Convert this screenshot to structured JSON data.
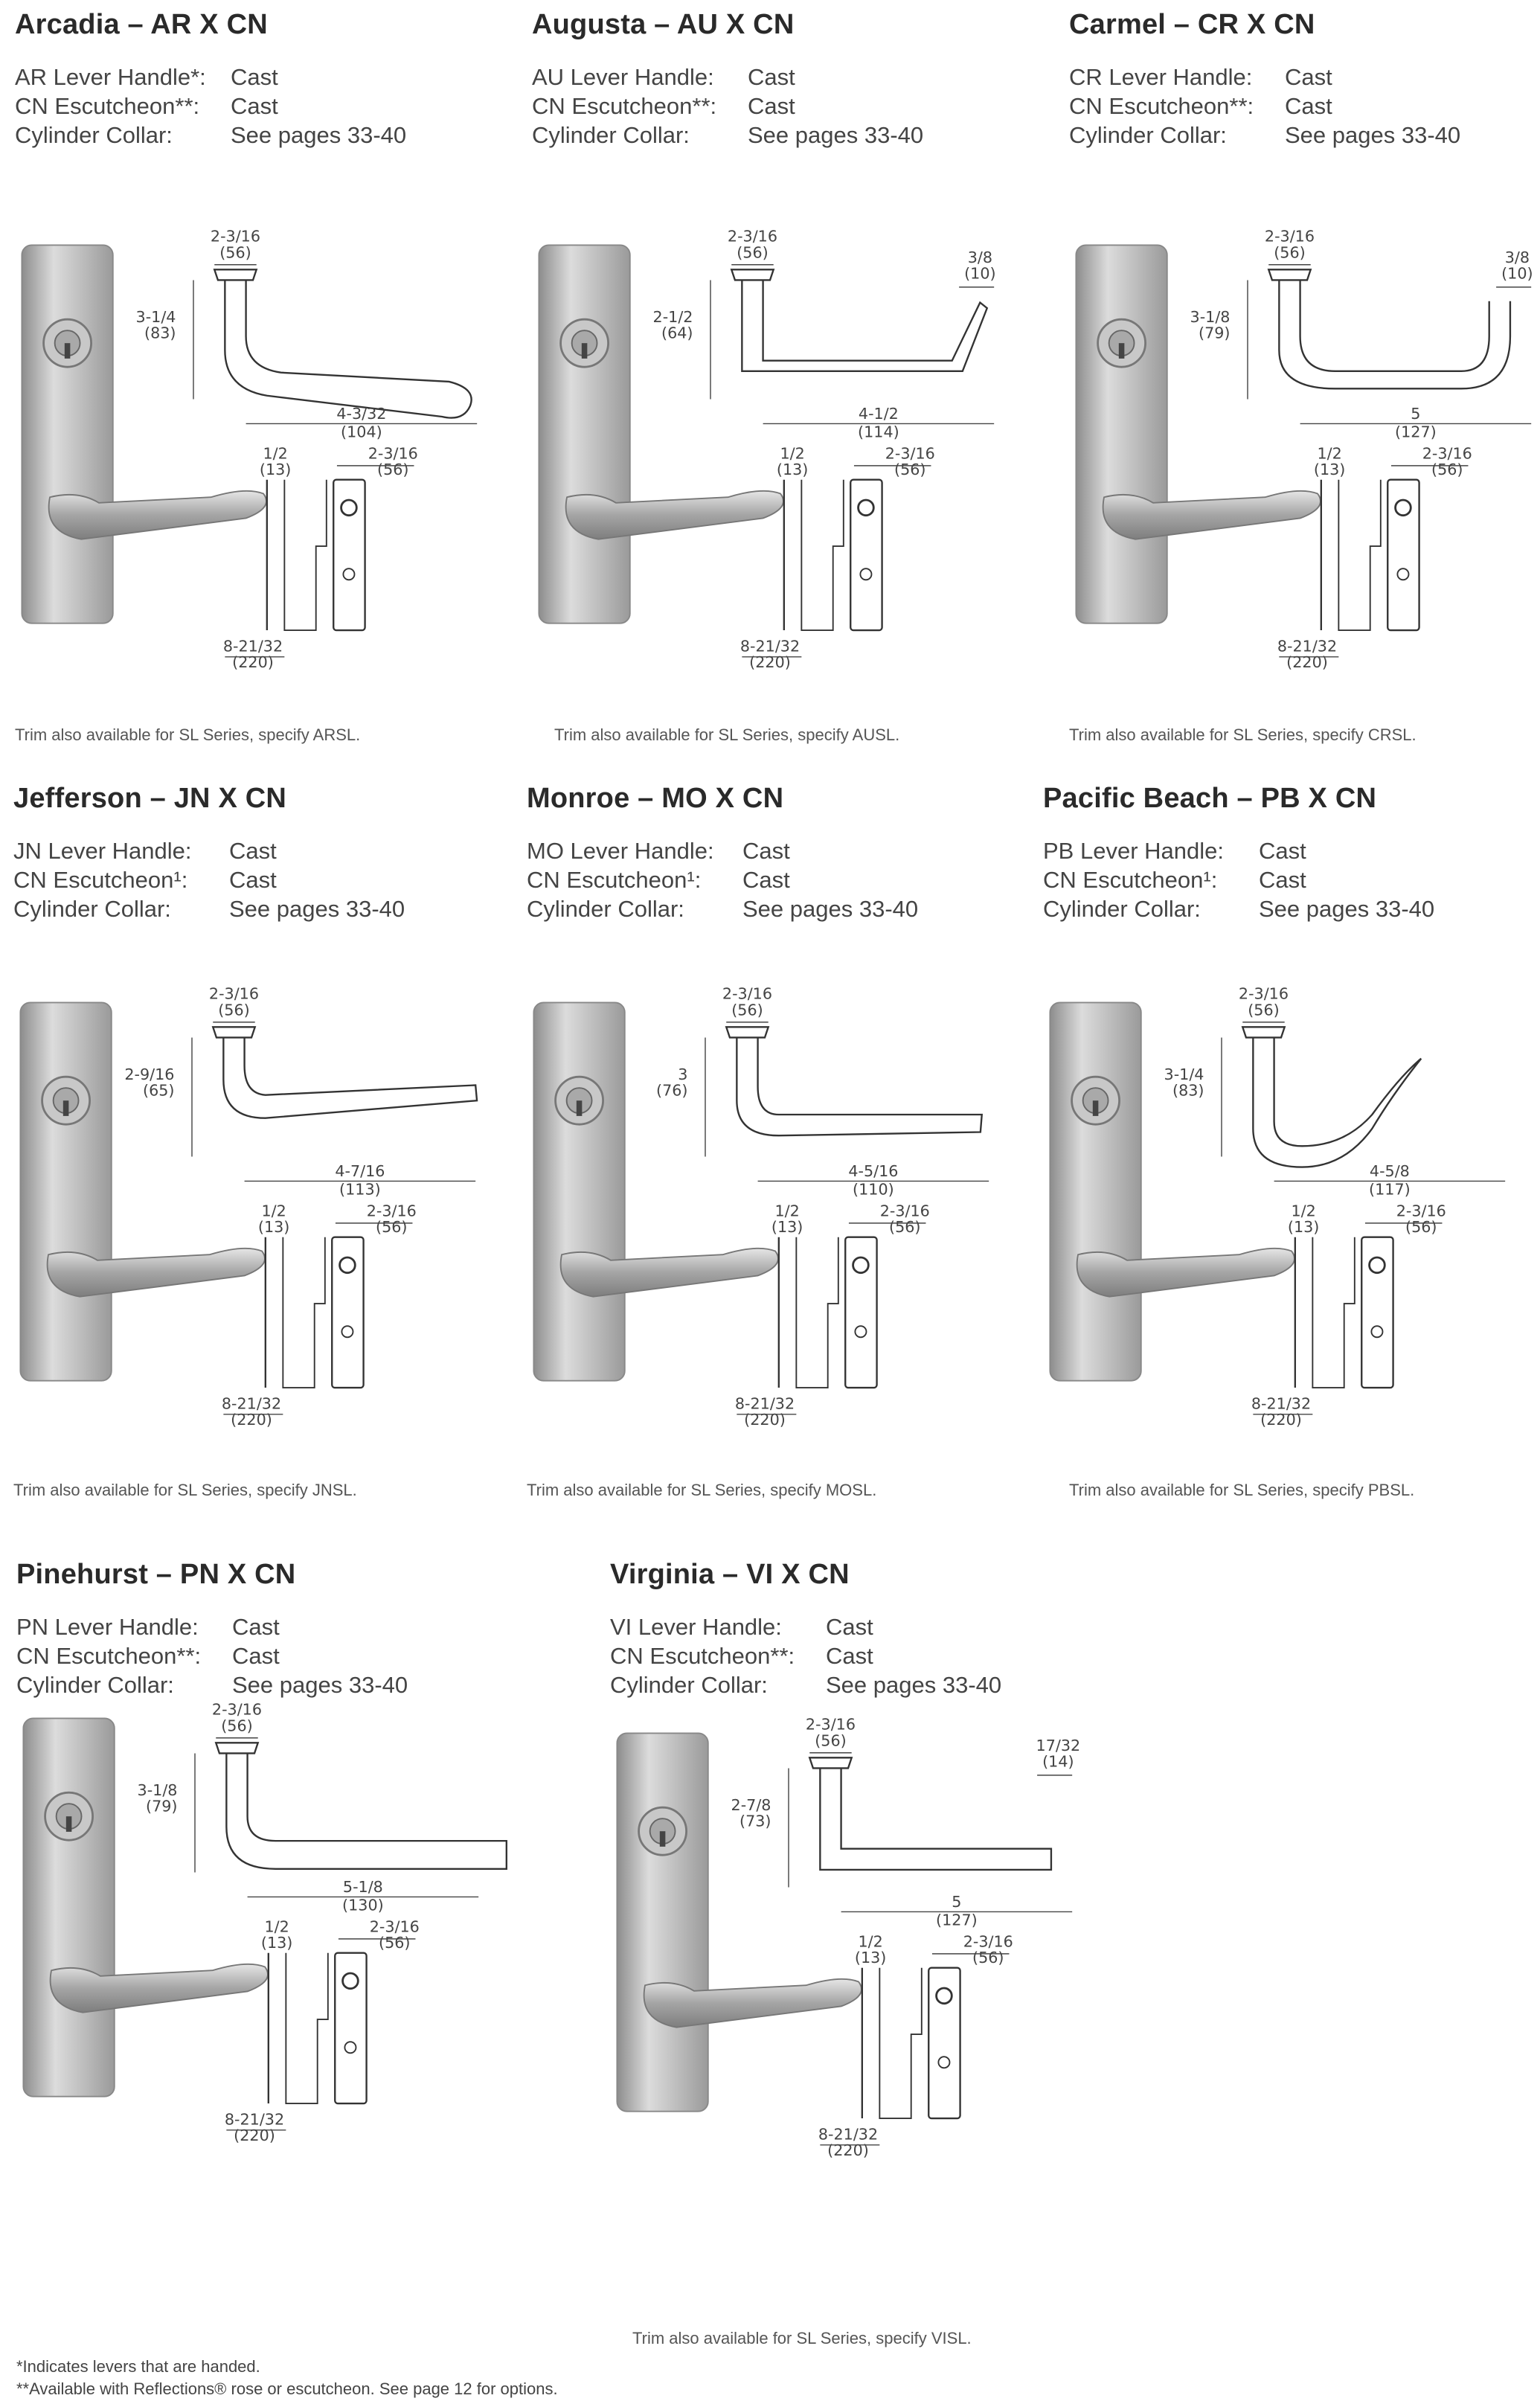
{
  "products": [
    {
      "title": "Arcadia – AR X CN",
      "specs": [
        {
          "label": "AR Lever Handle*:",
          "value": "Cast"
        },
        {
          "label": "CN Escutcheon**:",
          "value": "Cast"
        },
        {
          "label": "Cylinder Collar:",
          "value": "See pages 33-40"
        }
      ],
      "dims": {
        "rose": "2-3/16",
        "rose_mm": "(56)",
        "height": "3-1/4",
        "height_mm": "(83)",
        "proj": "",
        "proj_mm": "",
        "length": "4-3/32",
        "length_mm": "(104)"
      },
      "note": "Trim also available for SL Series, specify ARSL."
    },
    {
      "title": "Augusta – AU X CN",
      "specs": [
        {
          "label": "AU Lever Handle:",
          "value": "Cast"
        },
        {
          "label": "CN Escutcheon**:",
          "value": "Cast"
        },
        {
          "label": "Cylinder Collar:",
          "value": "See pages 33-40"
        }
      ],
      "dims": {
        "rose": "2-3/16",
        "rose_mm": "(56)",
        "height": "2-1/2",
        "height_mm": "(64)",
        "proj": "3/8",
        "proj_mm": "(10)",
        "length": "4-1/2",
        "length_mm": "(114)"
      },
      "note": "Trim also available for SL Series, specify AUSL."
    },
    {
      "title": "Carmel – CR X CN",
      "specs": [
        {
          "label": "CR Lever Handle:",
          "value": "Cast"
        },
        {
          "label": "CN Escutcheon**:",
          "value": "Cast"
        },
        {
          "label": "Cylinder Collar:",
          "value": "See pages 33-40"
        }
      ],
      "dims": {
        "rose": "2-3/16",
        "rose_mm": "(56)",
        "height": "3-1/8",
        "height_mm": "(79)",
        "proj": "3/8",
        "proj_mm": "(10)",
        "length": "5",
        "length_mm": "(127)"
      },
      "note": "Trim also available for SL Series, specify CRSL."
    },
    {
      "title": "Jefferson – JN X CN",
      "specs": [
        {
          "label": "JN Lever Handle:",
          "value": "Cast"
        },
        {
          "label": "CN Escutcheon¹:",
          "value": "Cast"
        },
        {
          "label": "Cylinder Collar:",
          "value": "See pages 33-40"
        }
      ],
      "dims": {
        "rose": "2-3/16",
        "rose_mm": "(56)",
        "height": "2-9/16",
        "height_mm": "(65)",
        "proj": "",
        "proj_mm": "",
        "length": "4-7/16",
        "length_mm": "(113)"
      },
      "note": "Trim also available for SL Series, specify JNSL."
    },
    {
      "title": "Monroe – MO X CN",
      "specs": [
        {
          "label": "MO Lever Handle:",
          "value": "Cast"
        },
        {
          "label": "CN Escutcheon¹:",
          "value": "Cast"
        },
        {
          "label": "Cylinder Collar:",
          "value": "See pages 33-40"
        }
      ],
      "dims": {
        "rose": "2-3/16",
        "rose_mm": "(56)",
        "height": "3",
        "height_mm": "(76)",
        "proj": "",
        "proj_mm": "",
        "length": "4-5/16",
        "length_mm": "(110)"
      },
      "note": "Trim also available for SL Series, specify MOSL."
    },
    {
      "title": "Pacific Beach – PB X CN",
      "specs": [
        {
          "label": "PB Lever Handle:",
          "value": "Cast"
        },
        {
          "label": "CN Escutcheon¹:",
          "value": "Cast"
        },
        {
          "label": "Cylinder Collar:",
          "value": "See pages 33-40"
        }
      ],
      "dims": {
        "rose": "2-3/16",
        "rose_mm": "(56)",
        "height": "3-1/4",
        "height_mm": "(83)",
        "proj": "",
        "proj_mm": "",
        "length": "4-5/8",
        "length_mm": "(117)"
      },
      "note": "Trim also available for SL Series, specify PBSL."
    },
    {
      "title": "Pinehurst – PN X CN",
      "specs": [
        {
          "label": "PN Lever Handle:",
          "value": "Cast"
        },
        {
          "label": "CN Escutcheon**:",
          "value": "Cast"
        },
        {
          "label": "Cylinder Collar:",
          "value": "See pages 33-40"
        }
      ],
      "dims": {
        "rose": "2-3/16",
        "rose_mm": "(56)",
        "height": "3-1/8",
        "height_mm": "(79)",
        "proj": "",
        "proj_mm": "",
        "length": "5-1/8",
        "length_mm": "(130)"
      },
      "note": ""
    },
    {
      "title": "Virginia – VI X CN",
      "specs": [
        {
          "label": "VI Lever Handle:",
          "value": "Cast"
        },
        {
          "label": "CN Escutcheon**:",
          "value": "Cast"
        },
        {
          "label": "Cylinder Collar:",
          "value": "See pages 33-40"
        }
      ],
      "dims": {
        "rose": "2-3/16",
        "rose_mm": "(56)",
        "height": "2-7/8",
        "height_mm": "(73)",
        "proj": "17/32",
        "proj_mm": "(14)",
        "length": "5",
        "length_mm": "(127)"
      },
      "note": "Trim also available for SL Series, specify VISL."
    }
  ],
  "escutcheon_dims": {
    "thickness": "1/2",
    "thickness_mm": "(13)",
    "width": "2-3/16",
    "width_mm": "(56)",
    "height": "8-21/32",
    "height_mm": "(220)"
  },
  "footnotes": [
    "*Indicates levers that are handed.",
    "**Available with Reflections® rose or escutcheon. See page 12 for options."
  ]
}
